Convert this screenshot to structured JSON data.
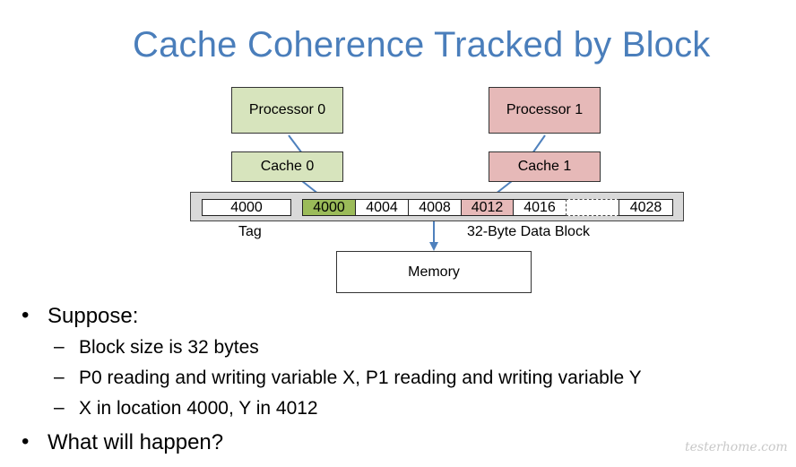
{
  "slide": {
    "title": "Cache Coherence Tracked by Block"
  },
  "diagram": {
    "processor0": "Processor 0",
    "processor1": "Processor 1",
    "cache0": "Cache 0",
    "cache1": "Cache 1",
    "memory": "Memory",
    "tag_label": "Tag",
    "block_label": "32-Byte Data Block",
    "block_cells": [
      "4000",
      "4000",
      "4004",
      "4008",
      "4012",
      "4016",
      "",
      "4028"
    ],
    "colors": {
      "processor0": "#d7e4bd",
      "processor1": "#e6b9b8",
      "cell_4000_highlight": "#9bbb59",
      "cell_4012_highlight": "#e6b9b8",
      "bus": "#d9d9d9",
      "arrow": "#4f81bd",
      "title": "#4a7ebb"
    }
  },
  "bullets": [
    {
      "text": "Suppose:"
    },
    {
      "text": "Block size is 32 bytes"
    },
    {
      "text": "P0 reading and writing variable X, P1 reading and writing variable Y"
    },
    {
      "text": "X in location 4000,  Y in 4012"
    },
    {
      "text": "What will happen?"
    }
  ],
  "watermark": "testerhome.com"
}
